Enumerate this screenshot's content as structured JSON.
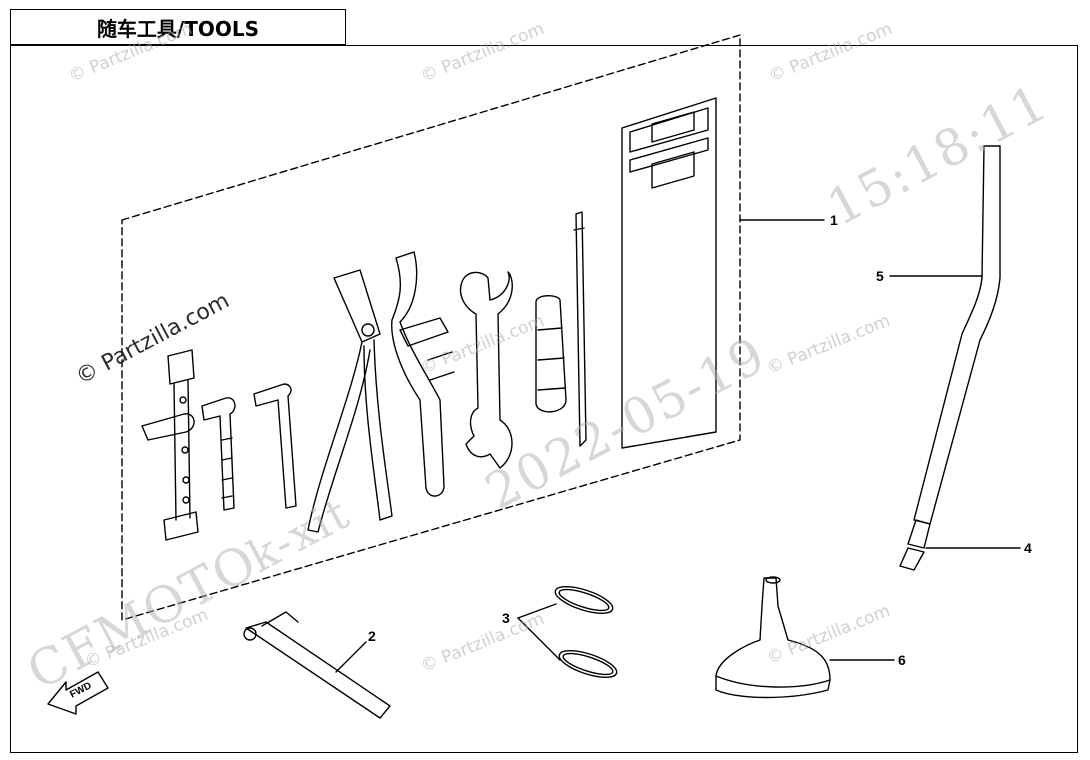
{
  "title": "随车工具/TOOLS",
  "callouts": [
    "1",
    "2",
    "3",
    "4",
    "5",
    "6"
  ],
  "fwd_label": "FWD",
  "watermarks": {
    "partzilla": "© Partzilla.com",
    "partzilla_dark": "© Partzilla.com",
    "brand": "CFMOTO",
    "stamp_text": "k-xit",
    "date": "2022-05-19",
    "time": "15:18:11"
  }
}
